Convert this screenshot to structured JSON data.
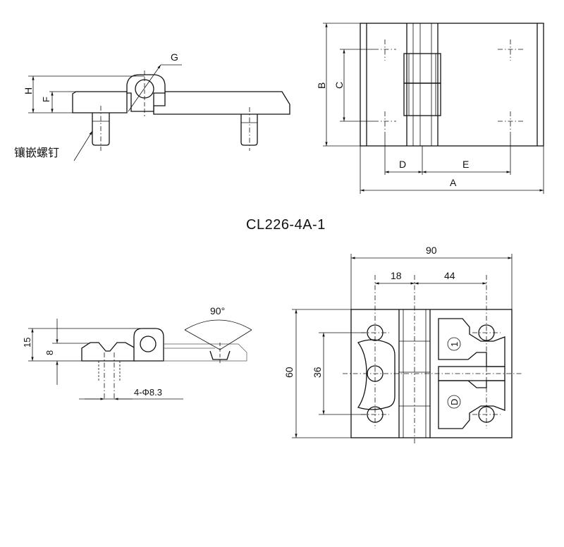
{
  "title": "CL226-4A-1",
  "top_side": {
    "label_h": "H",
    "label_f": "F",
    "label_g": "G",
    "insert_note": "镶嵌螺钉"
  },
  "top_front": {
    "label_a": "A",
    "label_b": "B",
    "label_c": "C",
    "label_d": "D",
    "label_e": "E"
  },
  "bottom_side": {
    "dim_15": "15",
    "dim_8": "8",
    "angle": "90°",
    "holes": "4-Φ8.3"
  },
  "bottom_front": {
    "dim_90": "90",
    "dim_18": "18",
    "dim_44": "44",
    "dim_60": "60",
    "dim_36": "36",
    "mark_1": "1",
    "mark_d": "D"
  }
}
